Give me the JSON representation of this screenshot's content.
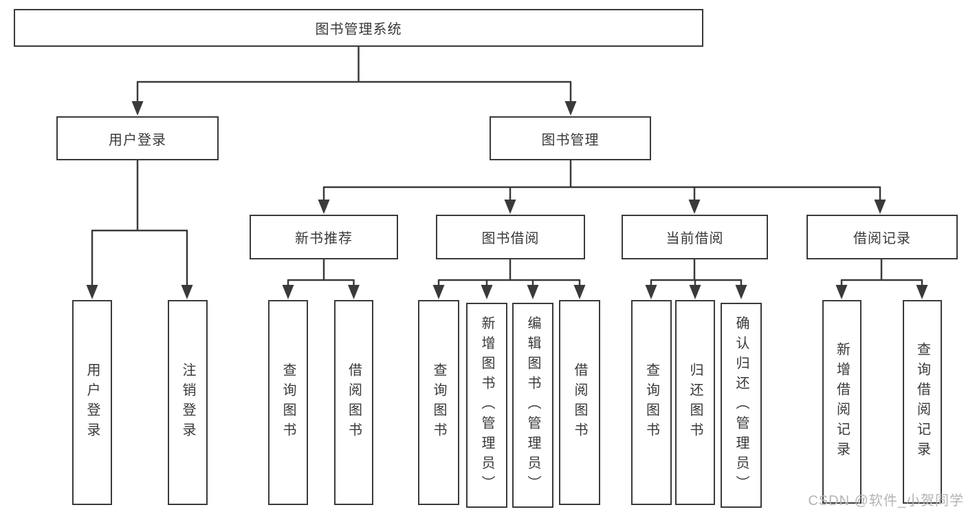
{
  "tree": {
    "root": "图书管理系统",
    "level2": [
      "用户登录",
      "图书管理"
    ],
    "level3": [
      "新书推荐",
      "图书借阅",
      "当前借阅",
      "借阅记录"
    ],
    "leaves_user": [
      "用户登录",
      "注销登录"
    ],
    "leaves_recommend": [
      "查询图书",
      "借阅图书"
    ],
    "leaves_borrow": [
      "查询图书",
      "新增图书（管理员）",
      "编辑图书（管理员）",
      "借阅图书"
    ],
    "leaves_current": [
      "查询图书",
      "归还图书",
      "确认归还（管理员）"
    ],
    "leaves_records": [
      "新增借阅记录",
      "查询借阅记录"
    ]
  },
  "watermark": "CSDN @软件_小贺同学",
  "colors": {
    "line": "#3a3a3c",
    "text": "#39393b",
    "background": "#ffffff",
    "watermark": "#b4b4b8"
  }
}
